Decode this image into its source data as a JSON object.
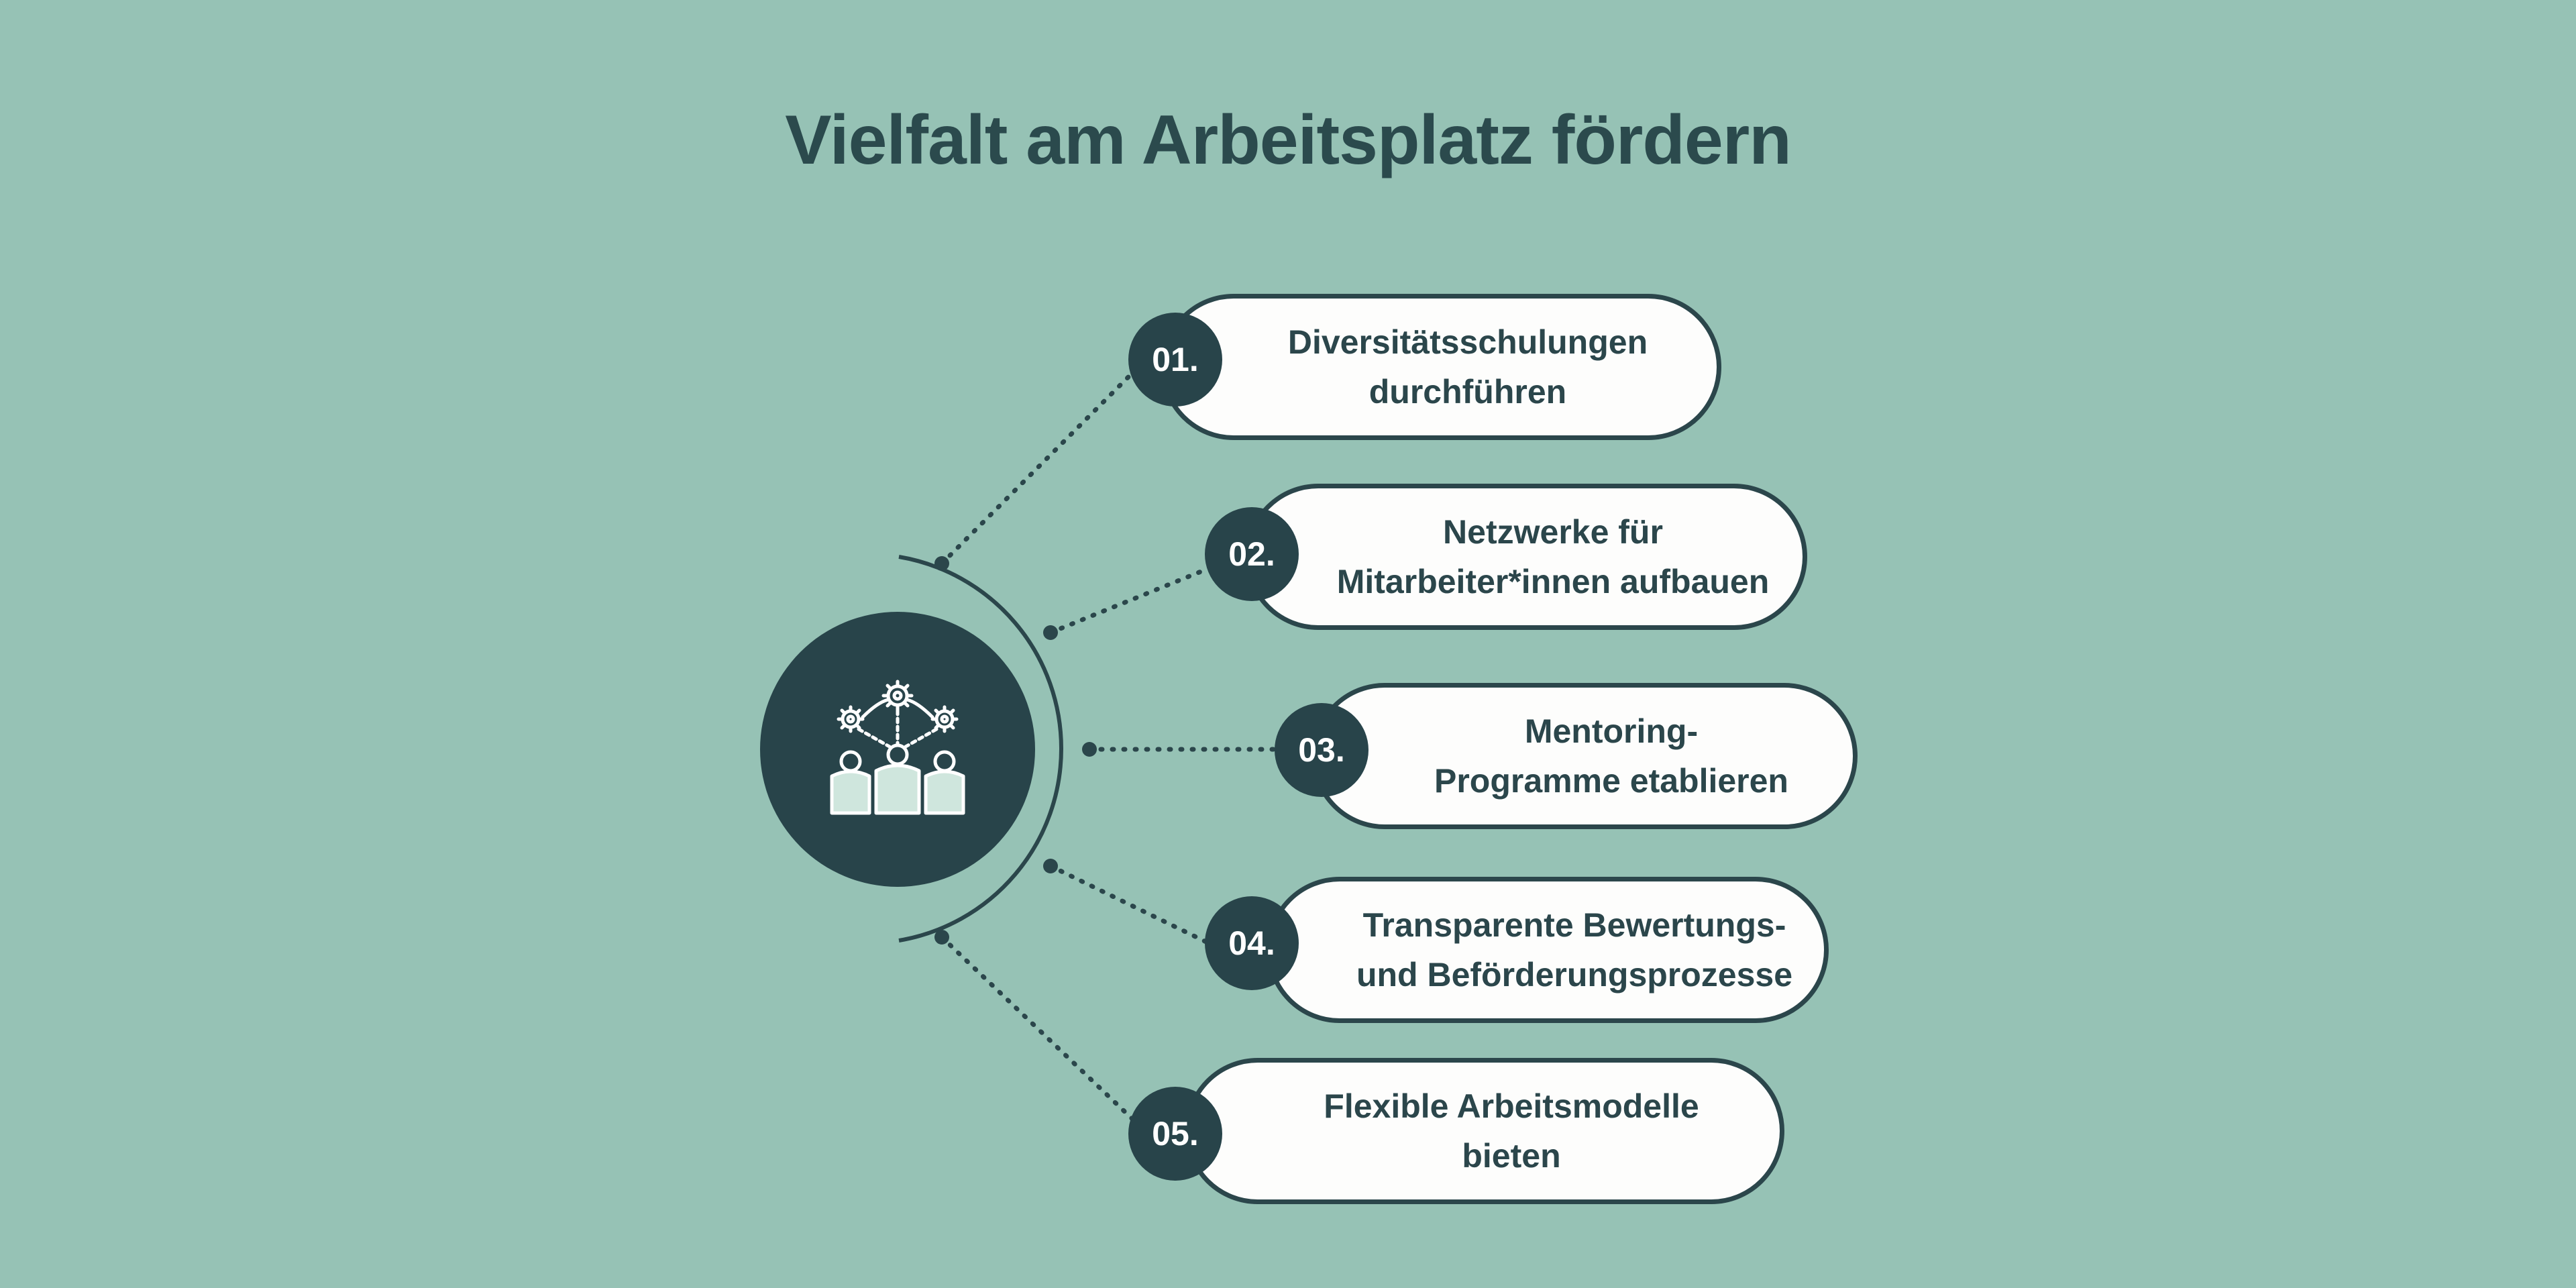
{
  "title": "Vielfalt am Arbeitsplatz fördern",
  "hub": {
    "icon": "team-network-icon"
  },
  "items": [
    {
      "number": "01.",
      "label": "Diversitätsschulungen\ndurchführen"
    },
    {
      "number": "02.",
      "label": "Netzwerke für\nMitarbeiter*innen aufbauen"
    },
    {
      "number": "03.",
      "label": "Mentoring-\nProgramme etablieren"
    },
    {
      "number": "04.",
      "label": "Transparente Bewertungs-\nund Beförderungsprozesse"
    },
    {
      "number": "05.",
      "label": "Flexible Arbeitsmodelle bieten"
    }
  ],
  "colors": {
    "background": "#96c2b5",
    "dark": "#28444a",
    "pill": "#fdfdfc"
  }
}
